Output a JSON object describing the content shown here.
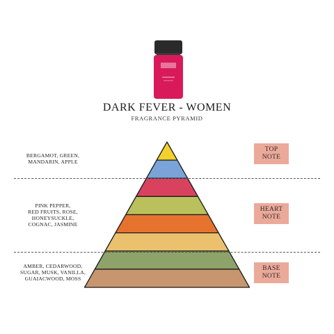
{
  "product": {
    "title": "DARK FEVER - WOMEN",
    "subtitle": "FRAGRANCE PYRAMID",
    "bottle_cap_color": "#2a2a2a",
    "bottle_color": "#d81a5a"
  },
  "pyramid": {
    "layer_colors": [
      "#f2d12d",
      "#7aa3d8",
      "#d9425f",
      "#b9c05c",
      "#e5732e",
      "#ebc16d",
      "#8da36a",
      "#c8966e"
    ],
    "outline_color": "#1a1a1a"
  },
  "tiers": [
    {
      "id": "top",
      "notes": [
        "BERGAMOT, GREEN,",
        "MANDARIN, APPLE"
      ],
      "label_lines": [
        "TOP",
        "NOTE"
      ],
      "label_bg": "#eba99a"
    },
    {
      "id": "heart",
      "notes": [
        "PINK PEPPER,",
        "RED FRUITS, ROSE,",
        "HONEYSUCKLE,",
        "COGNAC, JASMINE"
      ],
      "label_lines": [
        "HEART",
        "NOTE"
      ],
      "label_bg": "#eba99a"
    },
    {
      "id": "base",
      "notes": [
        "AMBER, CEDARWOOD,",
        "SUGAR, MUSK, VANILLA,",
        "GUAIACWOOD, MOSS"
      ],
      "label_lines": [
        "BASE",
        "NOTE"
      ],
      "label_bg": "#eba99a"
    }
  ]
}
